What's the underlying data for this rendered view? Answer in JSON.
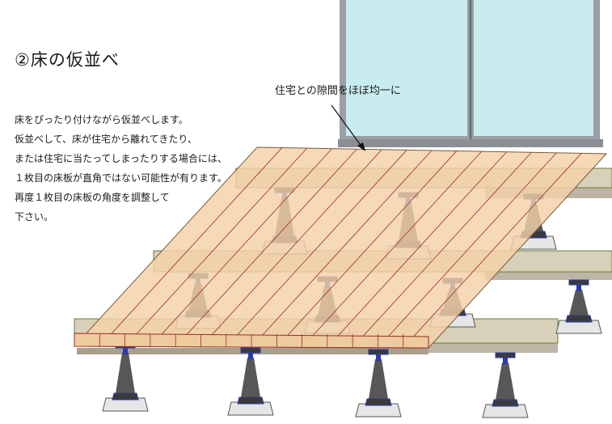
{
  "title": "②床の仮並べ",
  "body_lines": [
    "床をぴったり付けながら仮並べします。",
    "仮並べして、床が住宅から離れてきたり、",
    "または住宅に当たってしまったりする場合には、",
    "１枚目の床板が直角ではない可能性が有ります。",
    "再度１枚目の床板の角度を調整して",
    "下さい。"
  ],
  "annotation": "住宅との隙間をほぼ均一に",
  "colors": {
    "deck_fill": "#f4d2a8",
    "board_line": "#9b2a2a",
    "deck_outline": "#7a5a3a",
    "joist_fill": "#d8d0b8",
    "joist_outline": "#6e7a3a",
    "post_fill": "#3a3a3a",
    "post_accent": "#2a3ab0",
    "footing_fill": "#e6e6e6",
    "shadow": "#bdb6a6",
    "window_frame": "#8a8f94",
    "glass": "#c9ecef"
  },
  "icons": {
    "leader_arrow": "arrow-icon",
    "adjustable_post": "post-icon",
    "concrete_footing": "footing-icon"
  }
}
